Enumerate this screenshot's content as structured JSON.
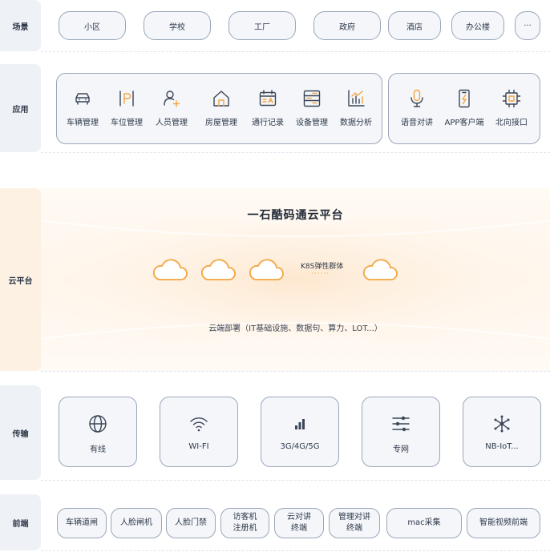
{
  "rows": {
    "scene": {
      "label": "场景",
      "items": [
        "小区",
        "学校",
        "工厂",
        "政府",
        "酒店",
        "办公楼",
        "···"
      ]
    },
    "apps": {
      "label": "应用",
      "group1": [
        {
          "label": "车辆管理",
          "icon": "car-icon"
        },
        {
          "label": "车位管理",
          "icon": "parking-icon"
        },
        {
          "label": "人员管理",
          "icon": "user-add-icon"
        },
        {
          "label": "房屋管理",
          "icon": "house-icon"
        },
        {
          "label": "通行记录",
          "icon": "calendar-icon"
        },
        {
          "label": "设备管理",
          "icon": "device-icon"
        },
        {
          "label": "数据分析",
          "icon": "chart-icon"
        }
      ],
      "group2": [
        {
          "label": "语音对讲",
          "icon": "microphone-icon"
        },
        {
          "label": "APP客户端",
          "icon": "phone-icon"
        },
        {
          "label": "北向接口",
          "icon": "chip-icon"
        }
      ]
    },
    "cloud": {
      "label": "云平台",
      "title": "一石酷码通云平台",
      "k8s_label": "K8S弹性群体",
      "k8s_dots": "······",
      "note": "云端部署（IT基础设施、数据句、算力、LOT...）"
    },
    "transport": {
      "label": "传输",
      "items": [
        {
          "label": "有线",
          "icon": "globe-icon"
        },
        {
          "label": "WI-FI",
          "icon": "wifi-icon"
        },
        {
          "label": "3G/4G/5G",
          "icon": "signal-icon"
        },
        {
          "label": "专网",
          "icon": "sliders-icon"
        },
        {
          "label": "NB-IoT...",
          "icon": "network-icon"
        }
      ]
    },
    "frontend": {
      "label": "前端",
      "items": [
        "车辆道闸",
        "人脸闸机",
        "人脸门禁",
        "访客机\n注册机",
        "云对讲\n终端",
        "管理对讲\n终端",
        "mac采集",
        "智能视频前端"
      ]
    }
  },
  "colors": {
    "accent": "#f2a541",
    "border": "#9aa7b9",
    "label_bg": "#eef1f6",
    "text": "#2f3a4a"
  }
}
